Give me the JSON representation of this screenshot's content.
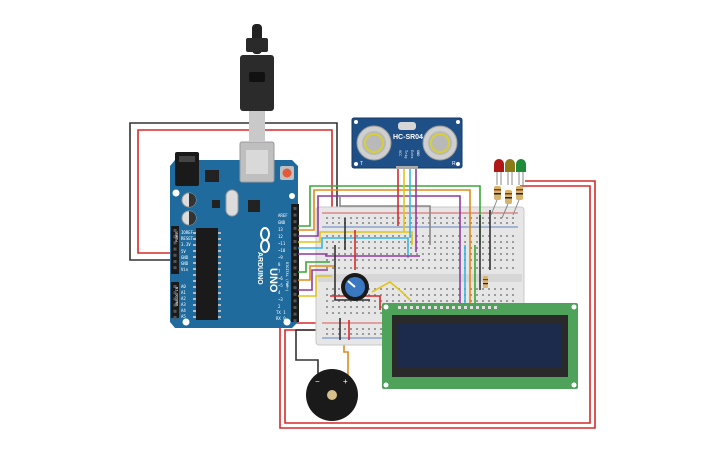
{
  "arduino": {
    "brand": "ARDUINO",
    "model": "UNO",
    "board_color": "#1f6b9e",
    "pin_headers": {
      "top": [
        "AREF",
        "GND",
        "13",
        "12",
        "~11",
        "~10",
        "~9",
        "8",
        "7",
        "~6",
        "~5",
        "4",
        "~3",
        "2",
        "TX 1",
        "RX 0"
      ],
      "power": [
        "IOREF",
        "RESET",
        "3.3V",
        "5V",
        "GND",
        "GND",
        "Vin"
      ],
      "analog": [
        "A0",
        "A1",
        "A2",
        "A3",
        "A4",
        "A5"
      ],
      "section_labels": [
        "DIGITAL (PWM~)",
        "POWER",
        "ANALOG IN"
      ]
    }
  },
  "sensor": {
    "label": "HC-SR04",
    "pins": [
      "VCC",
      "Trig",
      "Echo",
      "GND"
    ],
    "side_labels": [
      "T",
      "R"
    ],
    "color": "#1f4f87"
  },
  "lcd": {
    "bezel_color": "#4ea25a",
    "screen_color": "#1c2a4c"
  },
  "leds": [
    {
      "name": "red",
      "color": "#b01818"
    },
    {
      "name": "yellow",
      "color": "#8a7a18"
    },
    {
      "name": "green",
      "color": "#1f8a3a"
    }
  ],
  "buzzer": {
    "minus_label": "−",
    "plus_label": "+"
  },
  "wire_colors": {
    "power": "#d62a2a",
    "ground": "#333333",
    "yellow": "#e0c41a",
    "cyan": "#37b5e0",
    "purple": "#8e3b9e",
    "green": "#3aa63a",
    "orange": "#e08a1a",
    "grey": "#888888"
  }
}
